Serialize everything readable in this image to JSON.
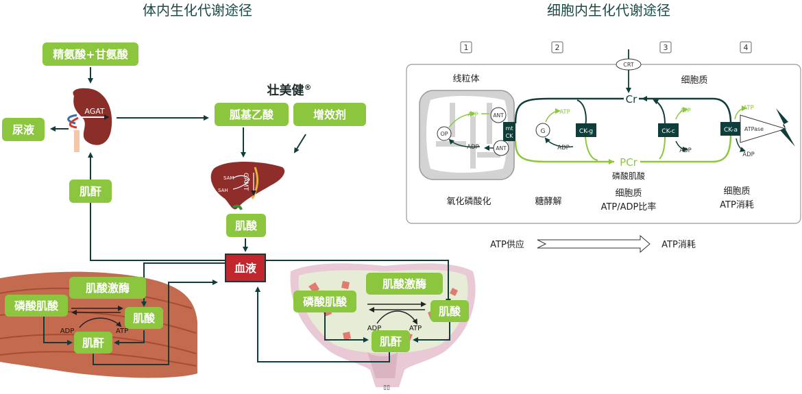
{
  "left_title": "体内生化代谢途径",
  "right_title": "细胞内生化代谢途径",
  "left": {
    "arg_gly": "精氨酸+甘氨酸",
    "agat": "AGAT",
    "urine": "尿液",
    "creatinine_kidney": "肌酐",
    "brand": "壮美健",
    "brand_mark": "®",
    "gaa": "胍基乙酸",
    "synergist": "增效剂",
    "sam": "SAM",
    "sah": "SAH",
    "gamt": "GAMT",
    "creatine_liver": "肌酸",
    "blood": "血液",
    "muscle": {
      "ck": "肌酸激酶",
      "pcr": "磷酸肌酸",
      "cr": "肌酸",
      "adp": "ADP",
      "atp": "ATP",
      "crn": "肌酐"
    },
    "organ": {
      "ck": "肌酸激酶",
      "pcr": "磷酸肌酸",
      "cr": "肌酸",
      "adp": "ADP",
      "atp": "ATP",
      "crn": "肌酐",
      "footnote": "▯▯"
    }
  },
  "right": {
    "steps": [
      "1",
      "2",
      "3",
      "4"
    ],
    "crt": "CRT",
    "mito": "线粒体",
    "cytoplasm": "细胞质",
    "cr": "Cr",
    "pcr": "PCr",
    "pcr_cn": "磷酸肌酸",
    "op": "OP",
    "ant1": "ANT",
    "ant2": "ANT",
    "mtck1": "mt",
    "mtck2": "CK",
    "atp": "ATP",
    "adp": "ADP",
    "g": "G",
    "ckg": "CK-g",
    "ckc": "CK-c",
    "cka": "CK-a",
    "atpase": "ATPase",
    "labels": [
      "氧化磷酸化",
      "糖酵解",
      "细胞质",
      "ATP/ADP比率",
      "细胞质",
      "ATP消耗"
    ],
    "supply": "ATP供应",
    "consume": "ATP消耗"
  },
  "colors": {
    "green": "#8cc63f",
    "dark": "#0e3d3a",
    "red": "#c1272d"
  }
}
